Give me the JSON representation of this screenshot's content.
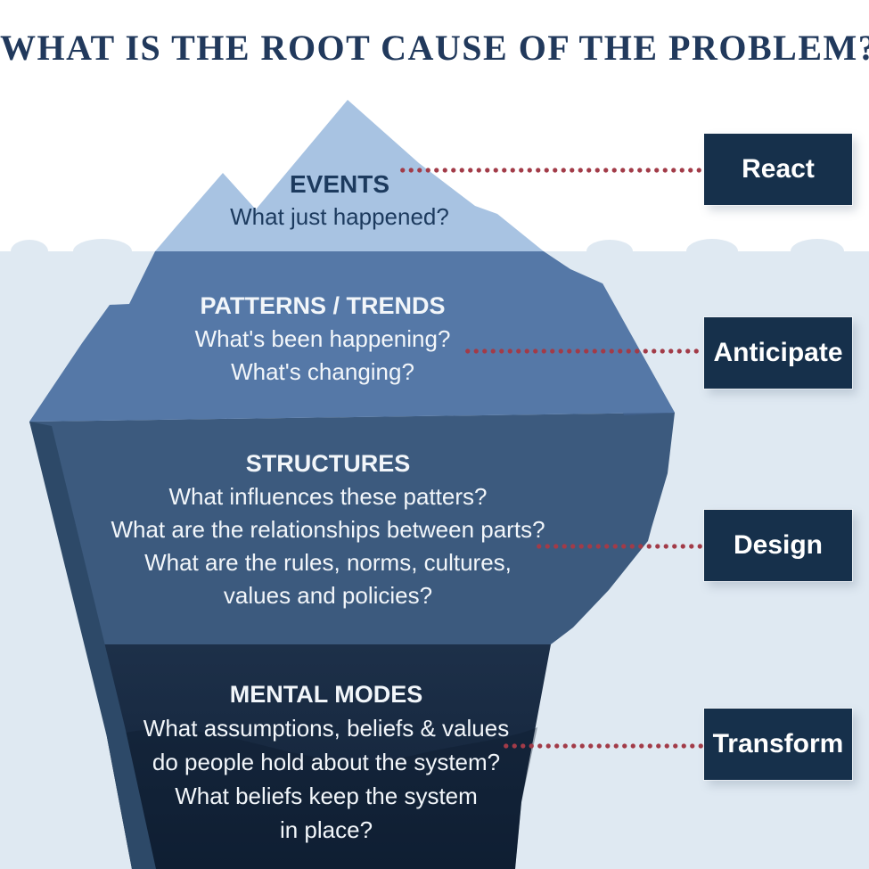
{
  "title": "WHAT IS THE ROOT CAUSE OF THE PROBLEM?",
  "layers": [
    {
      "id": "events",
      "heading": "EVENTS",
      "lines": [
        "What just happened?"
      ],
      "action": "React"
    },
    {
      "id": "patterns",
      "heading": "PATTERNS / TRENDS",
      "lines": [
        "What's been happening?",
        "What's changing?"
      ],
      "action": "Anticipate"
    },
    {
      "id": "structures",
      "heading": "STRUCTURES",
      "lines": [
        "What influences these patters?",
        "What are the relationships between parts?",
        "What are the rules, norms, cultures,",
        "values and policies?"
      ],
      "action": "Design"
    },
    {
      "id": "mental",
      "heading": "MENTAL MODES",
      "lines": [
        "What assumptions, beliefs & values",
        "do people hold about the system?",
        "What beliefs keep the system",
        "in place?"
      ],
      "action": "Transform"
    }
  ],
  "colors": {
    "title_text": "#21395c",
    "water": "#dfe9f2",
    "berg_light": "#a8c3e2",
    "berg_medium": "#5578a7",
    "berg_medium_facet": "#41608b",
    "berg_dark": "#3c5a7e",
    "berg_left_facet": "#2d4968",
    "mental_top": "#1d3049",
    "mental_bottom": "#112137",
    "mental_wave": "#0b1a2c",
    "action_box": "#16304b",
    "action_text": "#ffffff",
    "dot_line": "#a23b48",
    "light_text": "#f2f6fa",
    "dark_text": "#1c3a5e"
  }
}
